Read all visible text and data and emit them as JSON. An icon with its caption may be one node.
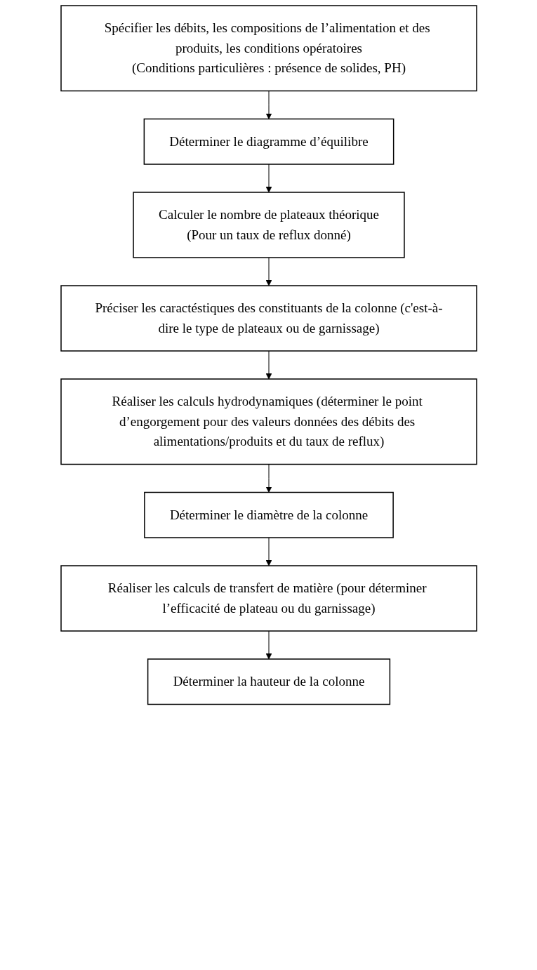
{
  "diagram": {
    "nodes": [
      {
        "text": [
          "Spécifier les débits, les compositions de l’alimentation et des produits, les conditions opératoires",
          "(Conditions particulières : présence de solides, PH)"
        ]
      },
      {
        "text": [
          "Déterminer le diagramme d’équilibre"
        ]
      },
      {
        "text": [
          "Calculer le nombre de plateaux théorique",
          "(Pour un taux de reflux donné)"
        ]
      },
      {
        "text": [
          "Préciser les caractéstiques des constituants de la colonne (c'est-à-dire le type de plateaux ou de garnissage)"
        ]
      },
      {
        "text": [
          "Réaliser les calculs hydrodynamiques (déterminer le point d’engorgement pour des valeurs données des débits des alimentations/produits et du taux de reflux)"
        ]
      },
      {
        "text": [
          "Déterminer le diamètre de la colonne"
        ]
      },
      {
        "text": [
          "Réaliser les calculs de transfert de matière (pour déterminer l’efficacité de plateau ou du garnissage)"
        ]
      },
      {
        "text": [
          "Déterminer la hauteur de la colonne"
        ]
      }
    ],
    "edges": [
      {
        "from": 0,
        "to": 1,
        "arrow": "to"
      },
      {
        "from": 1,
        "to": 2,
        "arrow": "to"
      },
      {
        "from": 2,
        "to": 3,
        "arrow": "to"
      },
      {
        "from": 3,
        "to": 4,
        "arrow": "to"
      },
      {
        "from": 4,
        "to": 5,
        "arrow": "to"
      },
      {
        "from": 5,
        "to": 6,
        "arrow": "to"
      },
      {
        "from": 6,
        "to": 7,
        "arrow": "to"
      }
    ]
  }
}
